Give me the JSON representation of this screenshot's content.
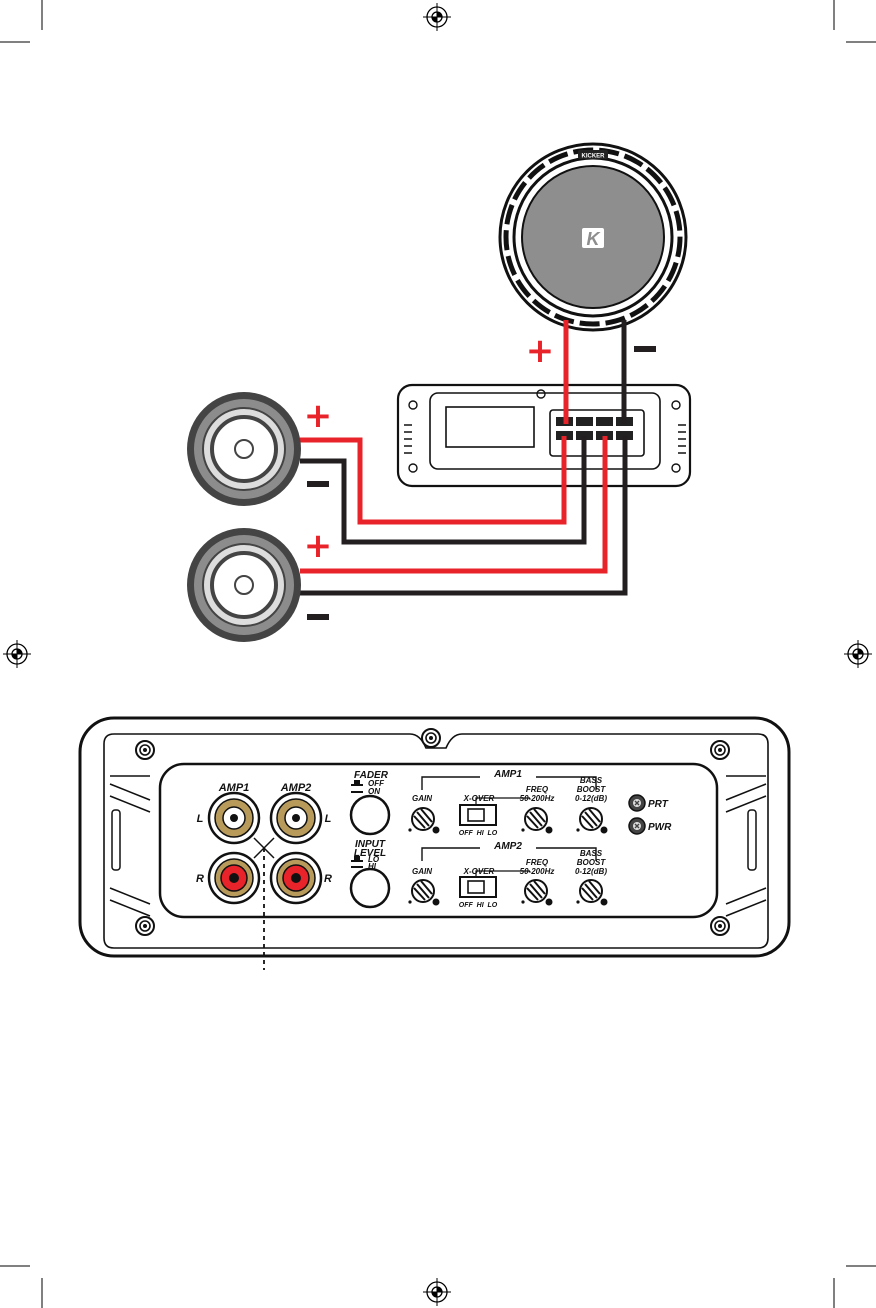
{
  "colors": {
    "positive_wire": "#e8232a",
    "negative_wire": "#231f20",
    "rca_white_ring": "#b89a5a",
    "rca_red": "#e8232a",
    "speaker_cone": "#8c8c8c",
    "sub_cone": "#8e8e8e"
  },
  "icons": [
    "registration-mark-icon",
    "kicker-logo-icon",
    "led-indicator-icon"
  ],
  "wiring": {
    "polarity_positive": "+",
    "polarity_negative": "—"
  },
  "subwoofer": {
    "brand_badge": "KICKER",
    "logo_glyph": "K"
  },
  "panel": {
    "rca": {
      "amp1_label": "AMP1",
      "amp2_label": "AMP2",
      "left_label": "L",
      "right_label": "R"
    },
    "fader": {
      "title": "FADER",
      "opt_off": "OFF",
      "opt_on": "ON"
    },
    "input_level": {
      "title_line1": "INPUT",
      "title_line2": "LEVEL",
      "opt_lo": "LO",
      "opt_hi": "HI"
    },
    "amp1": {
      "header": "AMP1",
      "gain": "GAIN",
      "xover": "X-OVER",
      "xover_opts": "OFF  HI  LO",
      "freq_line1": "FREQ",
      "freq_line2": "50-200Hz",
      "bass_line1": "BASS",
      "bass_line2": "BOOST",
      "bass_line3": "0-12(dB)"
    },
    "amp2": {
      "header": "AMP2",
      "gain": "GAIN",
      "xover": "X-OVER",
      "xover_opts": "OFF  HI  LO",
      "freq_line1": "FREQ",
      "freq_line2": "50-200Hz",
      "bass_line1": "BASS",
      "bass_line2": "BOOST",
      "bass_line3": "0-12(dB)"
    },
    "indicators": {
      "prt": "PRT",
      "pwr": "PWR"
    }
  }
}
